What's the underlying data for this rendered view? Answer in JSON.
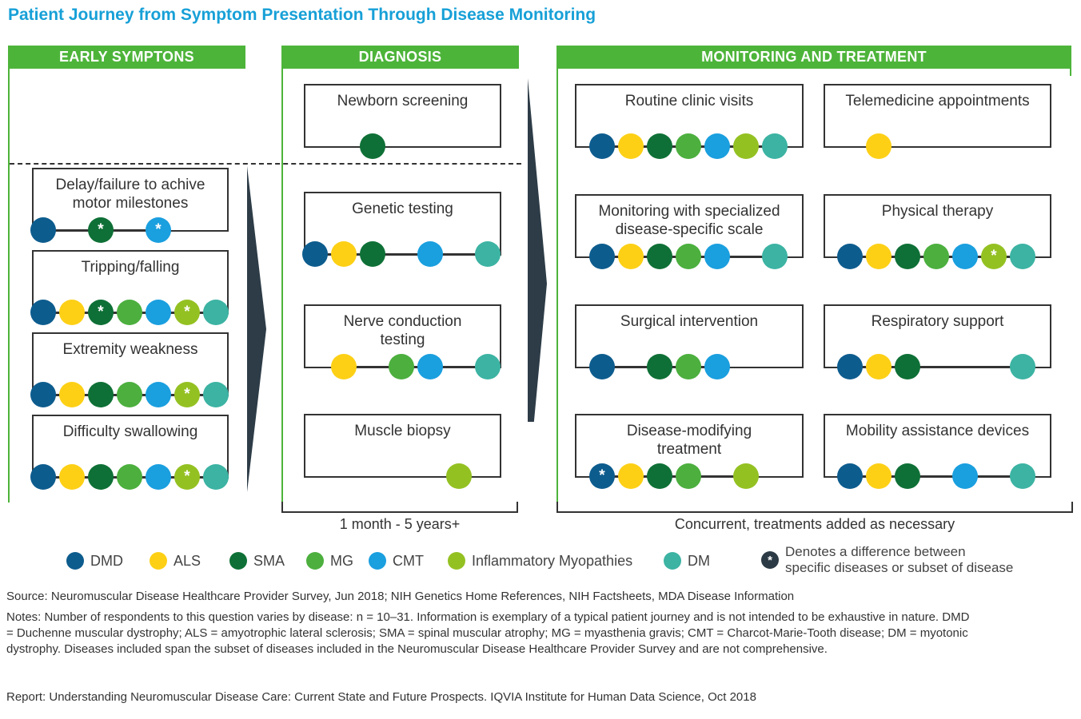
{
  "title": "Patient Journey from Symptom Presentation Through Disease Monitoring",
  "columns": {
    "early": "EARLY SYMPTONS",
    "diagnosis": "DIAGNOSIS",
    "monitoring": "MONITORING AND TREATMENT"
  },
  "colors": {
    "DMD": "#0d5c8e",
    "ALS": "#fdd016",
    "SMA": "#0e7036",
    "MG": "#4caf3e",
    "CMT": "#1a9fdf",
    "Inflammatory Myopathies": "#94c122",
    "DM": "#3cb3a3",
    "asterisk": "#2b3a45"
  },
  "early_symptoms": [
    {
      "label": "Delay/failure to achive\nmotor milestones",
      "dots": [
        {
          "d": "DMD"
        },
        {
          "d": "SMA",
          "star": true
        },
        {
          "d": "CMT",
          "star": true
        }
      ]
    },
    {
      "label": "Tripping/falling",
      "dots": [
        {
          "d": "DMD"
        },
        {
          "d": "ALS"
        },
        {
          "d": "SMA",
          "star": true
        },
        {
          "d": "MG"
        },
        {
          "d": "CMT"
        },
        {
          "d": "Inflammatory Myopathies",
          "star": true
        },
        {
          "d": "DM"
        }
      ]
    },
    {
      "label": "Extremity weakness",
      "dots": [
        {
          "d": "DMD"
        },
        {
          "d": "ALS"
        },
        {
          "d": "SMA"
        },
        {
          "d": "MG"
        },
        {
          "d": "CMT"
        },
        {
          "d": "Inflammatory Myopathies",
          "star": true
        },
        {
          "d": "DM"
        }
      ]
    },
    {
      "label": "Difficulty swallowing",
      "dots": [
        {
          "d": "DMD"
        },
        {
          "d": "ALS"
        },
        {
          "d": "SMA"
        },
        {
          "d": "MG"
        },
        {
          "d": "CMT"
        },
        {
          "d": "Inflammatory Myopathies",
          "star": true
        },
        {
          "d": "DM"
        }
      ]
    }
  ],
  "diagnosis": [
    {
      "label": "Newborn screening",
      "dots": [
        {
          "d": "SMA"
        }
      ]
    },
    {
      "label": "Genetic testing",
      "dots": [
        {
          "d": "DMD"
        },
        {
          "d": "ALS"
        },
        {
          "d": "SMA"
        },
        {
          "d": "CMT"
        },
        {
          "d": "DM"
        }
      ]
    },
    {
      "label": "Nerve conduction\ntesting",
      "dots": [
        {
          "d": "ALS"
        },
        {
          "d": "MG"
        },
        {
          "d": "CMT"
        },
        {
          "d": "DM"
        }
      ]
    },
    {
      "label": "Muscle biopsy",
      "dots": [
        {
          "d": "Inflammatory Myopathies"
        }
      ]
    }
  ],
  "monitoring_left": [
    {
      "label": "Routine clinic visits",
      "dots": [
        {
          "d": "DMD"
        },
        {
          "d": "ALS"
        },
        {
          "d": "SMA"
        },
        {
          "d": "MG"
        },
        {
          "d": "CMT"
        },
        {
          "d": "Inflammatory Myopathies"
        },
        {
          "d": "DM"
        }
      ]
    },
    {
      "label": "Monitoring with specialized\ndisease-specific scale",
      "dots": [
        {
          "d": "DMD"
        },
        {
          "d": "ALS"
        },
        {
          "d": "SMA"
        },
        {
          "d": "MG"
        },
        {
          "d": "CMT"
        },
        {
          "d": "DM"
        }
      ]
    },
    {
      "label": "Surgical intervention",
      "dots": [
        {
          "d": "DMD"
        },
        {
          "d": "SMA"
        },
        {
          "d": "MG"
        },
        {
          "d": "CMT"
        }
      ]
    },
    {
      "label": "Disease-modifying\ntreatment",
      "dots": [
        {
          "d": "DMD",
          "star": true
        },
        {
          "d": "ALS"
        },
        {
          "d": "SMA"
        },
        {
          "d": "MG"
        },
        {
          "d": "Inflammatory Myopathies"
        }
      ]
    }
  ],
  "monitoring_right": [
    {
      "label": "Telemedicine appointments",
      "dots": [
        {
          "d": "ALS"
        }
      ]
    },
    {
      "label": "Physical therapy",
      "dots": [
        {
          "d": "DMD"
        },
        {
          "d": "ALS"
        },
        {
          "d": "SMA"
        },
        {
          "d": "MG"
        },
        {
          "d": "CMT"
        },
        {
          "d": "Inflammatory Myopathies",
          "star": true
        },
        {
          "d": "DM"
        }
      ]
    },
    {
      "label": "Respiratory support",
      "dots": [
        {
          "d": "DMD"
        },
        {
          "d": "ALS"
        },
        {
          "d": "SMA"
        },
        {
          "d": "DM"
        }
      ]
    },
    {
      "label": "Mobility assistance devices",
      "dots": [
        {
          "d": "DMD"
        },
        {
          "d": "ALS"
        },
        {
          "d": "SMA"
        },
        {
          "d": "CMT"
        },
        {
          "d": "DM"
        }
      ]
    }
  ],
  "timing": {
    "diagnosis": "1 month - 5 years+",
    "monitoring": "Concurrent, treatments added as necessary"
  },
  "legend": [
    {
      "key": "DMD",
      "label": "DMD"
    },
    {
      "key": "ALS",
      "label": "ALS"
    },
    {
      "key": "SMA",
      "label": "SMA"
    },
    {
      "key": "MG",
      "label": "MG"
    },
    {
      "key": "CMT",
      "label": "CMT"
    },
    {
      "key": "Inflammatory Myopathies",
      "label": "Inflammatory Myopathies"
    },
    {
      "key": "DM",
      "label": "DM"
    }
  ],
  "legend_asterisk": "Denotes a difference between\nspecific diseases or subset of disease",
  "asterisk_symbol": "*",
  "source": "Source: Neuromuscular Disease Healthcare Provider Survey, Jun 2018; NIH Genetics Home References, NIH Factsheets, MDA Disease Information",
  "notes": "Notes: Number of respondents to this question varies by disease: n = 10–31. Information is exemplary of a typical patient journey and is not intended to be exhaustive in nature. DMD = Duchenne muscular dystrophy; ALS = amyotrophic lateral sclerosis; SMA = spinal muscular atrophy; MG = myasthenia gravis; CMT = Charcot-Marie-Tooth disease; DM = myotonic dystrophy. Diseases included span the subset of diseases included in the Neuromuscular Disease Healthcare Provider Survey and are not comprehensive.",
  "report": "Report: Understanding Neuromuscular Disease Care: Current State and Future Prospects. IQVIA Institute for Human Data Science, Oct 2018"
}
